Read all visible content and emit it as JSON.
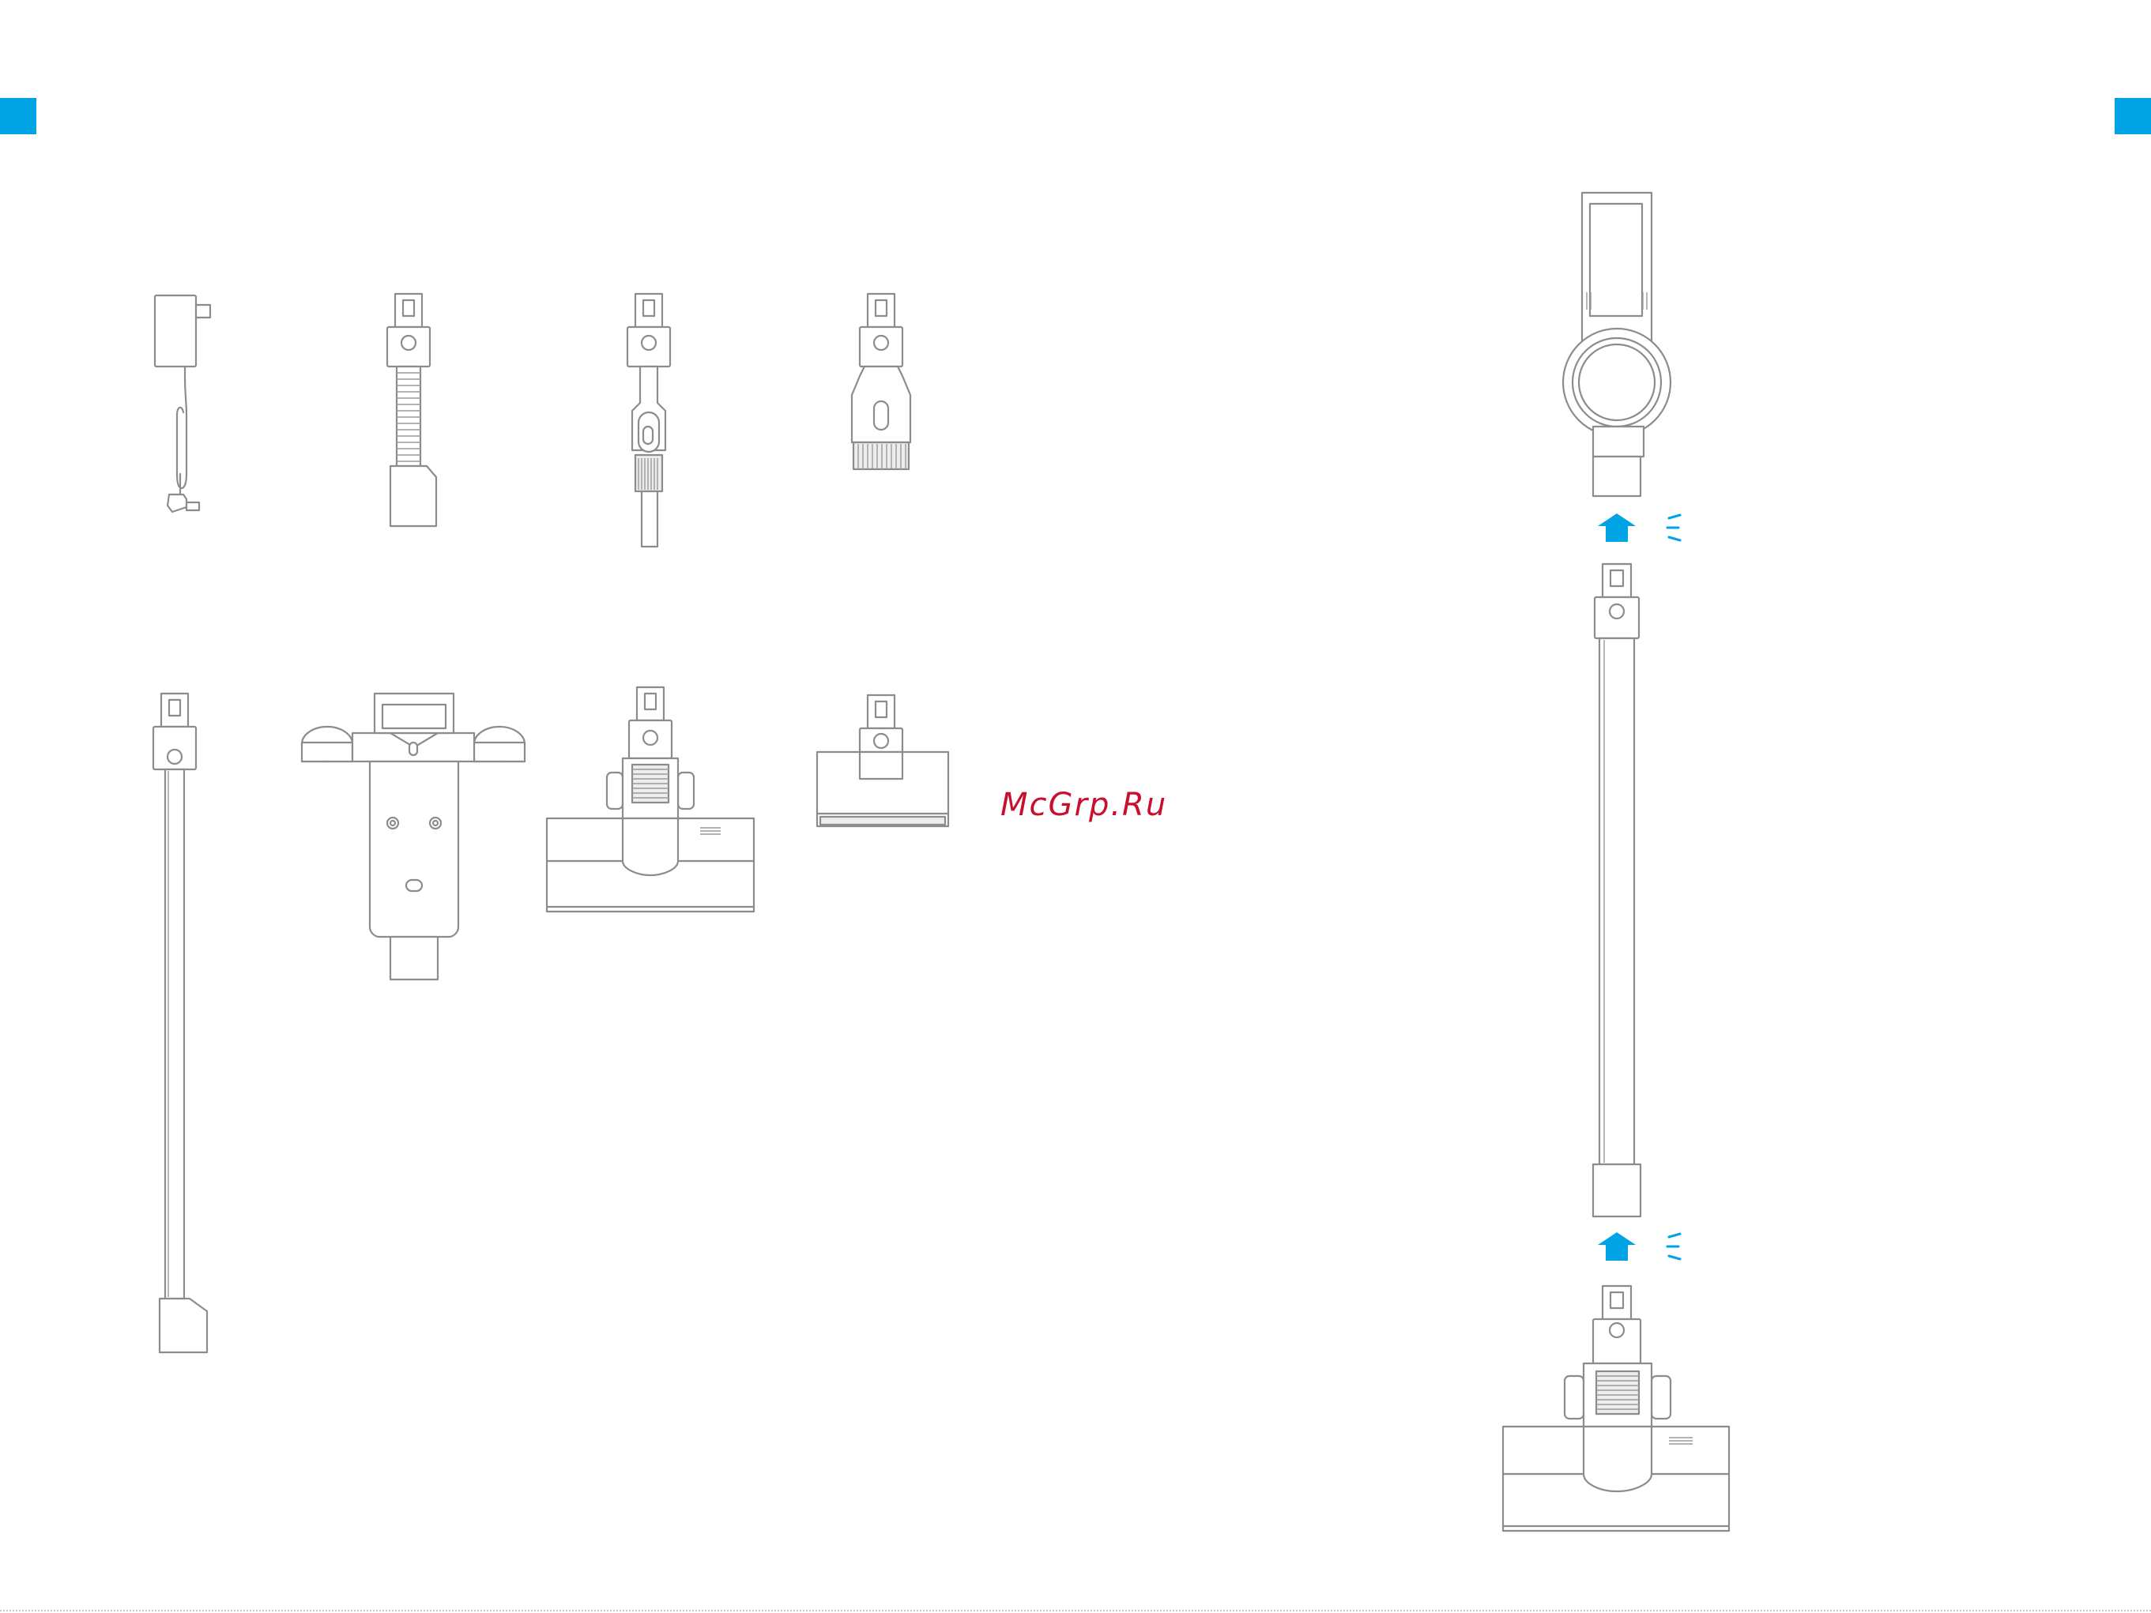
{
  "brand": {
    "accent_color": "#00a4e4",
    "watermark_color": "#c8102e"
  },
  "watermark": {
    "text": "McGrp.Ru"
  },
  "components": {
    "row1": [
      "power-adapter",
      "extension-hose",
      "two-in-one-crevice-tool",
      "mini-brush-head"
    ],
    "row2": [
      "extension-tube",
      "wall-mount-bracket",
      "roller-brush-head",
      "mini-roller-head"
    ]
  },
  "assembly": {
    "steps": [
      "main-body",
      "extension-tube",
      "roller-brush-head"
    ],
    "arrow_icon": "up-arrow-icon",
    "click_icon": "click-sound-icon"
  }
}
